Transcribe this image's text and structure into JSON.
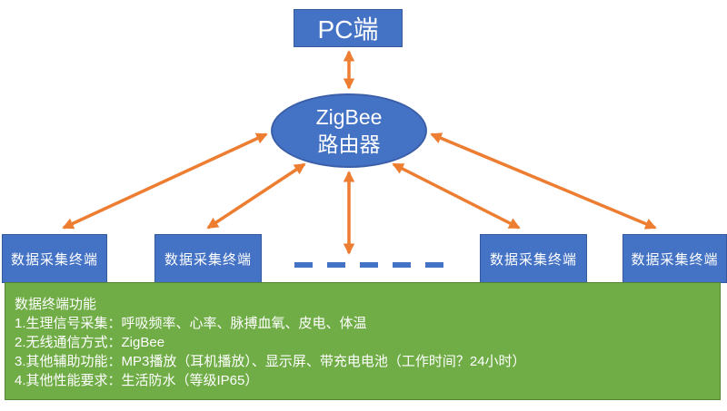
{
  "colors": {
    "node_blue": "#4472C4",
    "node_border_blue": "#35599E",
    "arrow_orange": "#ED7D31",
    "panel_green": "#70AD47",
    "panel_border_green": "#548235",
    "text_white": "#FFFFFF"
  },
  "pc_node": {
    "label": "PC端"
  },
  "router_node": {
    "line1": "ZigBee",
    "line2": "路由器"
  },
  "terminals": [
    {
      "label": "数据采集终端"
    },
    {
      "label": "数据采集终端"
    },
    {
      "label": "数据采集终端"
    },
    {
      "label": "数据采集终端"
    }
  ],
  "panel": {
    "title": "数据终端功能",
    "lines": [
      "1.生理信号采集：呼吸频率、心率、脉搏血氧、皮电、体温",
      "2.无线通信方式：ZigBee",
      "3.其他辅助功能：MP3播放（耳机播放）、显示屏、带充电电池（工作时间？24小时）",
      "4.其他性能要求：生活防水（等级IP65）"
    ]
  }
}
